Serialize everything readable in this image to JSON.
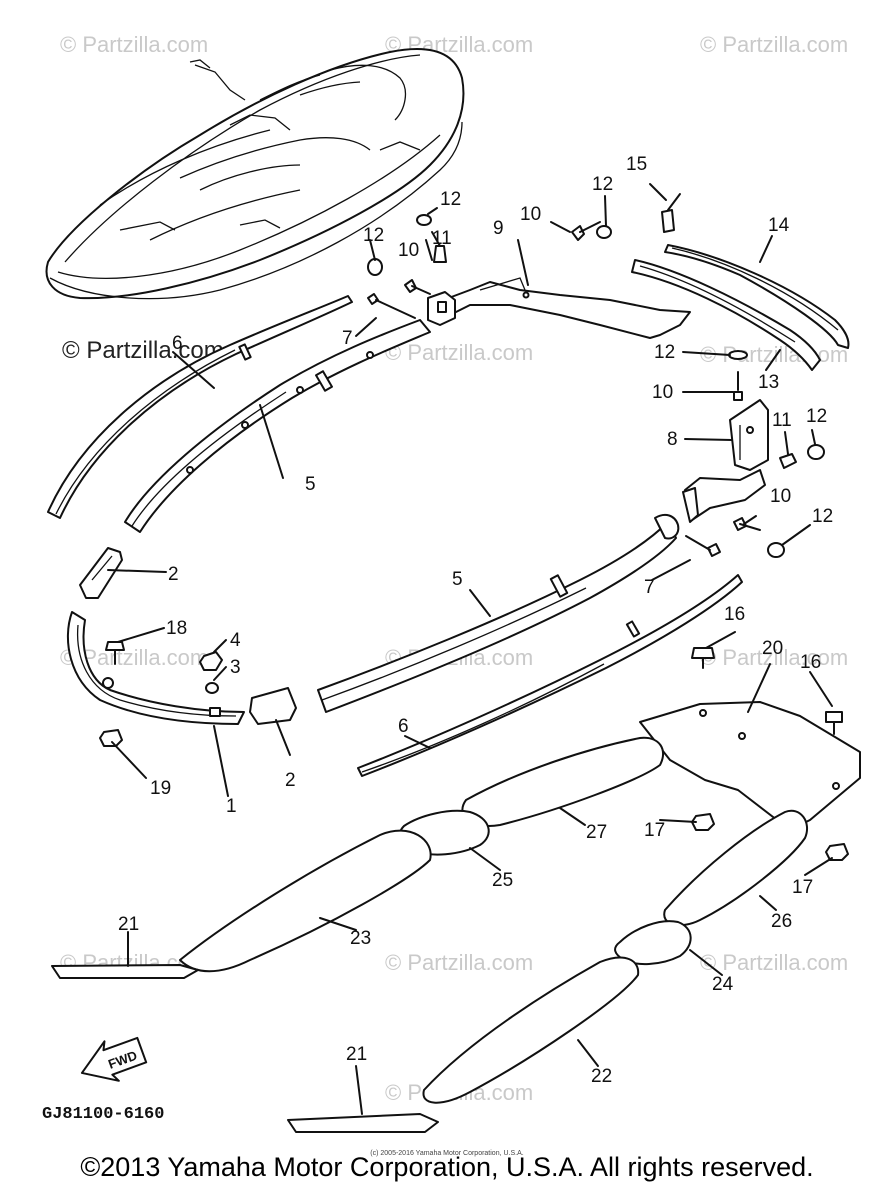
{
  "watermarks": {
    "wm1": "© Partzilla.com",
    "wm2": "© Partzilla.com",
    "wm3": "© Partzilla.com",
    "wm4": "© Partzilla.com",
    "wm5": "© Partzilla.com",
    "wm6": "© Partzilla.com",
    "wm7": "© Partzilla.com",
    "wm8": "© Partzilla.com",
    "wm9": "© Partzilla.com",
    "wm10": "© Partzilla.com",
    "wm11": "© Partzilla.com",
    "wm12": "© Partzilla.com",
    "wm13": "© Partzilla.com"
  },
  "callouts": {
    "c1": "1",
    "c2a": "2",
    "c2b": "2",
    "c3": "3",
    "c4": "4",
    "c5a": "5",
    "c5b": "5",
    "c6a": "6",
    "c6b": "6",
    "c7a": "7",
    "c7b": "7",
    "c8": "8",
    "c9": "9",
    "c10a": "10",
    "c10b": "10",
    "c10c": "10",
    "c10d": "10",
    "c11a": "11",
    "c11b": "11",
    "c12a": "12",
    "c12b": "12",
    "c12c": "12",
    "c12d": "12",
    "c12e": "12",
    "c12f": "12",
    "c13": "13",
    "c14": "14",
    "c15": "15",
    "c16a": "16",
    "c16b": "16",
    "c17a": "17",
    "c17b": "17",
    "c18": "18",
    "c19": "19",
    "c20": "20",
    "c21a": "21",
    "c21b": "21",
    "c22": "22",
    "c23": "23",
    "c24": "24",
    "c25": "25",
    "c26": "26",
    "c27": "27"
  },
  "fwd_label": "FWD",
  "diagram_code": "GJ81100-6160",
  "small_copyright": "(c) 2005-2016 Yamaha Motor Corporation, U.S.A.",
  "copyright": "©2013 Yamaha Motor Corporation, U.S.A. All rights reserved."
}
